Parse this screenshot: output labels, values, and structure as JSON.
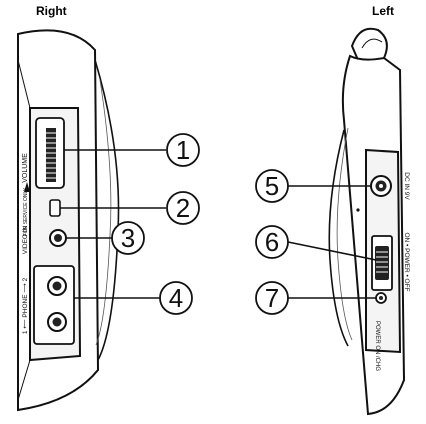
{
  "titles": {
    "right": "Right",
    "left": "Left"
  },
  "right_panel": {
    "labels": {
      "volume": "VOLUME",
      "for_service": "FOR SERVICE ONLY",
      "video_in": "VIDEO IN",
      "phone": "1 ⟵ PHONE ⟶ 2"
    }
  },
  "left_panel": {
    "labels": {
      "dc_in": "DC IN 9V",
      "power_switch": "ON • POWER • OFF",
      "power_on_chg": "POWER ON /CHG"
    }
  },
  "callouts": [
    "1",
    "2",
    "3",
    "4",
    "5",
    "6",
    "7"
  ]
}
